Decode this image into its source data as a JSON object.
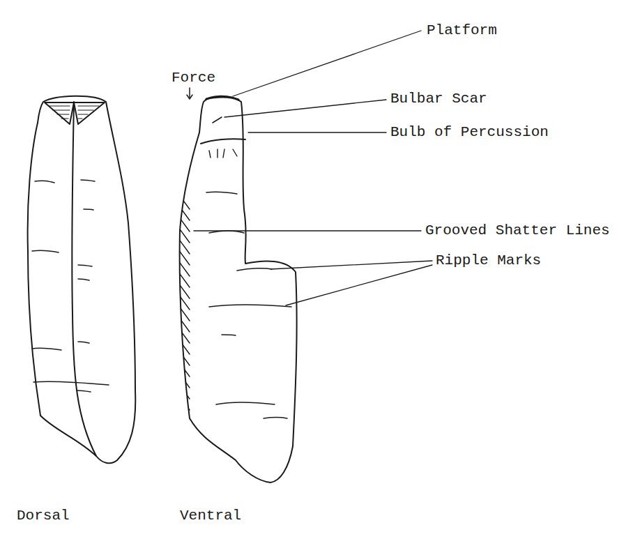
{
  "diagram": {
    "labels": [
      "Platform",
      "Force",
      "Bulbar Scar",
      "Bulb of Percussion",
      "Grooved Shatter Lines",
      "Ripple Marks",
      "Dorsal",
      "Ventral"
    ]
  }
}
